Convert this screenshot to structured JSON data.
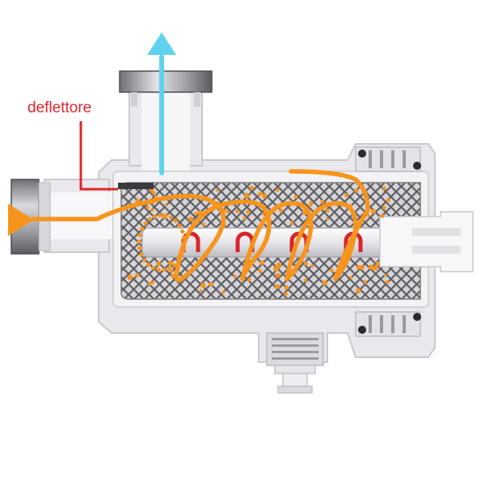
{
  "diagram": {
    "deflector_label": "deflettore"
  },
  "colors": {
    "background": "#ffffff",
    "body_shell": "#e9e9ed",
    "body_shadow": "#c9c9cf",
    "inner_chamber": "#f4f4f6",
    "mesh_dark": "#5a5a5e",
    "mesh_light": "#d9d9dd",
    "flow_orange": "#f7941d",
    "flow_cyan": "#5fd3ee",
    "label_red": "#e0262b",
    "magnet_red": "#d9252a",
    "metal_ring": "#8a8a8f"
  },
  "icons": {
    "inlet_arrow": "triangle-arrow-right",
    "outlet_arrow": "arrow-up",
    "magnet": "horseshoe-magnet"
  },
  "magnets_count": 4
}
